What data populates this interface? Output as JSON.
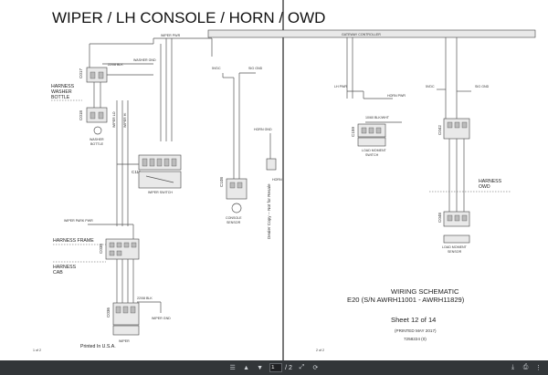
{
  "page1": {
    "title": "WIPER / LH CONSOLE / HORN / OWD",
    "page_num": "1 of 2",
    "printed": "Printed In U.S.A.",
    "harness_washer_bottle": [
      "HARNESS",
      "WASHER",
      "BOTTLE"
    ],
    "harness_frame": "HARNESS FRAME",
    "harness_cab": [
      "HARNESS",
      "CAB"
    ],
    "connectors": [
      "C017",
      "C018",
      "C111",
      "C108",
      "C038",
      "C036"
    ],
    "component_labels": {
      "washer_bottle": [
        "WASHER",
        "BOTTLE"
      ],
      "wiper_switch": "WIPER SWITCH",
      "console_sensor": [
        "CONSOLE",
        "SENSOR"
      ],
      "wiper": "WIPER",
      "wiper_gnd": "WIPER GND",
      "horn": "HORN"
    },
    "wire_labels": {
      "wiper_pwr": "WIPER PWR",
      "washer_gnd": "WASHER GND",
      "blk1": "22/08 BLK",
      "wiper_park": "WIPER PARK PWR",
      "blk2": "22/08 BLK",
      "gnd_5vdc": "5VDC",
      "sig_gnd": "SIG GND",
      "horn_gnd": "HORN GND"
    }
  },
  "page2": {
    "page_num": "2 of 2",
    "gateway_controller": "GATEWAY CONTROLLER",
    "connectors": [
      "C159",
      "C042",
      "C048"
    ],
    "watermark": "Dealer Copy -- Not for Resale",
    "harness_owd": [
      "HARNESS",
      "OWD"
    ],
    "load_moment_switch": [
      "LOAD MOMENT",
      "SWITCH"
    ],
    "load_moment_sensor": [
      "LOAD MOMENT",
      "SENSOR"
    ],
    "wire_labels": {
      "lh_pwr": "LH PWR",
      "horn_pwr": "HORN PWR",
      "vdc5": "5VDC",
      "sig_gnd": "SIG GND",
      "blk_bracket": "10/60 BLK/WHT"
    },
    "title_block": {
      "heading": "WIRING SCHEMATIC",
      "model": "E20 (S/N AWRH11001 - AWRH11829)",
      "sheet": "Sheet 12 of 14",
      "printed": "(PRINTED MAY 2017)",
      "part_no": "7258224 (0)"
    }
  },
  "toolbar": {
    "current_page": "1",
    "total": "/ 2",
    "icons": [
      "sidebar-icon",
      "page-up-icon",
      "page-down-icon",
      "fit-icon",
      "rotate-icon",
      "download-icon",
      "print-icon",
      "more-icon"
    ]
  }
}
